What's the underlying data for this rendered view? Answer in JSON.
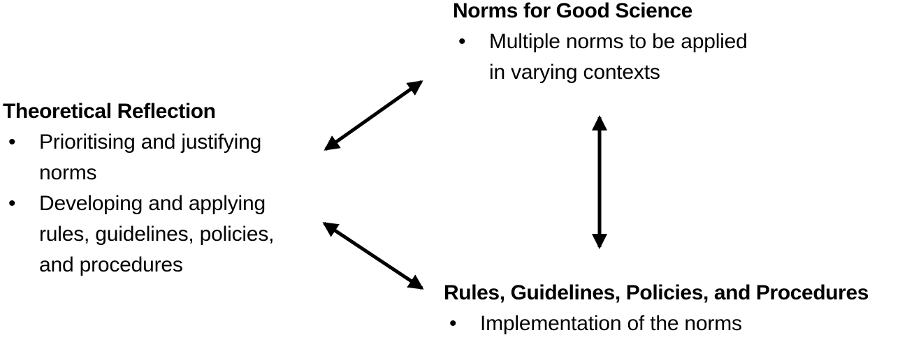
{
  "diagram": {
    "colors": {
      "background": "#ffffff",
      "text": "#000000",
      "arrow": "#000000"
    },
    "bullet_char": "•",
    "nodes": {
      "theoretical_reflection": {
        "title": "Theoretical Reflection",
        "bullets": [
          "Prioritising and justifying norms",
          "Developing and applying rules, guidelines, policies, and procedures"
        ]
      },
      "norms_for_good_science": {
        "title": "Norms for Good Science",
        "bullets": [
          "Multiple norms to be applied in varying contexts"
        ]
      },
      "rules_guidelines_policies_procedures": {
        "title": "Rules, Guidelines, Policies, and Procedures",
        "bullets": [
          "Implementation of the norms"
        ]
      }
    },
    "relations": [
      {
        "from": "Theoretical Reflection",
        "to": "Norms for Good Science",
        "style": "double-headed-arrow"
      },
      {
        "from": "Theoretical Reflection",
        "to": "Rules, Guidelines, Policies, and Procedures",
        "style": "double-headed-arrow"
      },
      {
        "from": "Norms for Good Science",
        "to": "Rules, Guidelines, Policies, and Procedures",
        "style": "double-headed-arrow"
      }
    ]
  }
}
